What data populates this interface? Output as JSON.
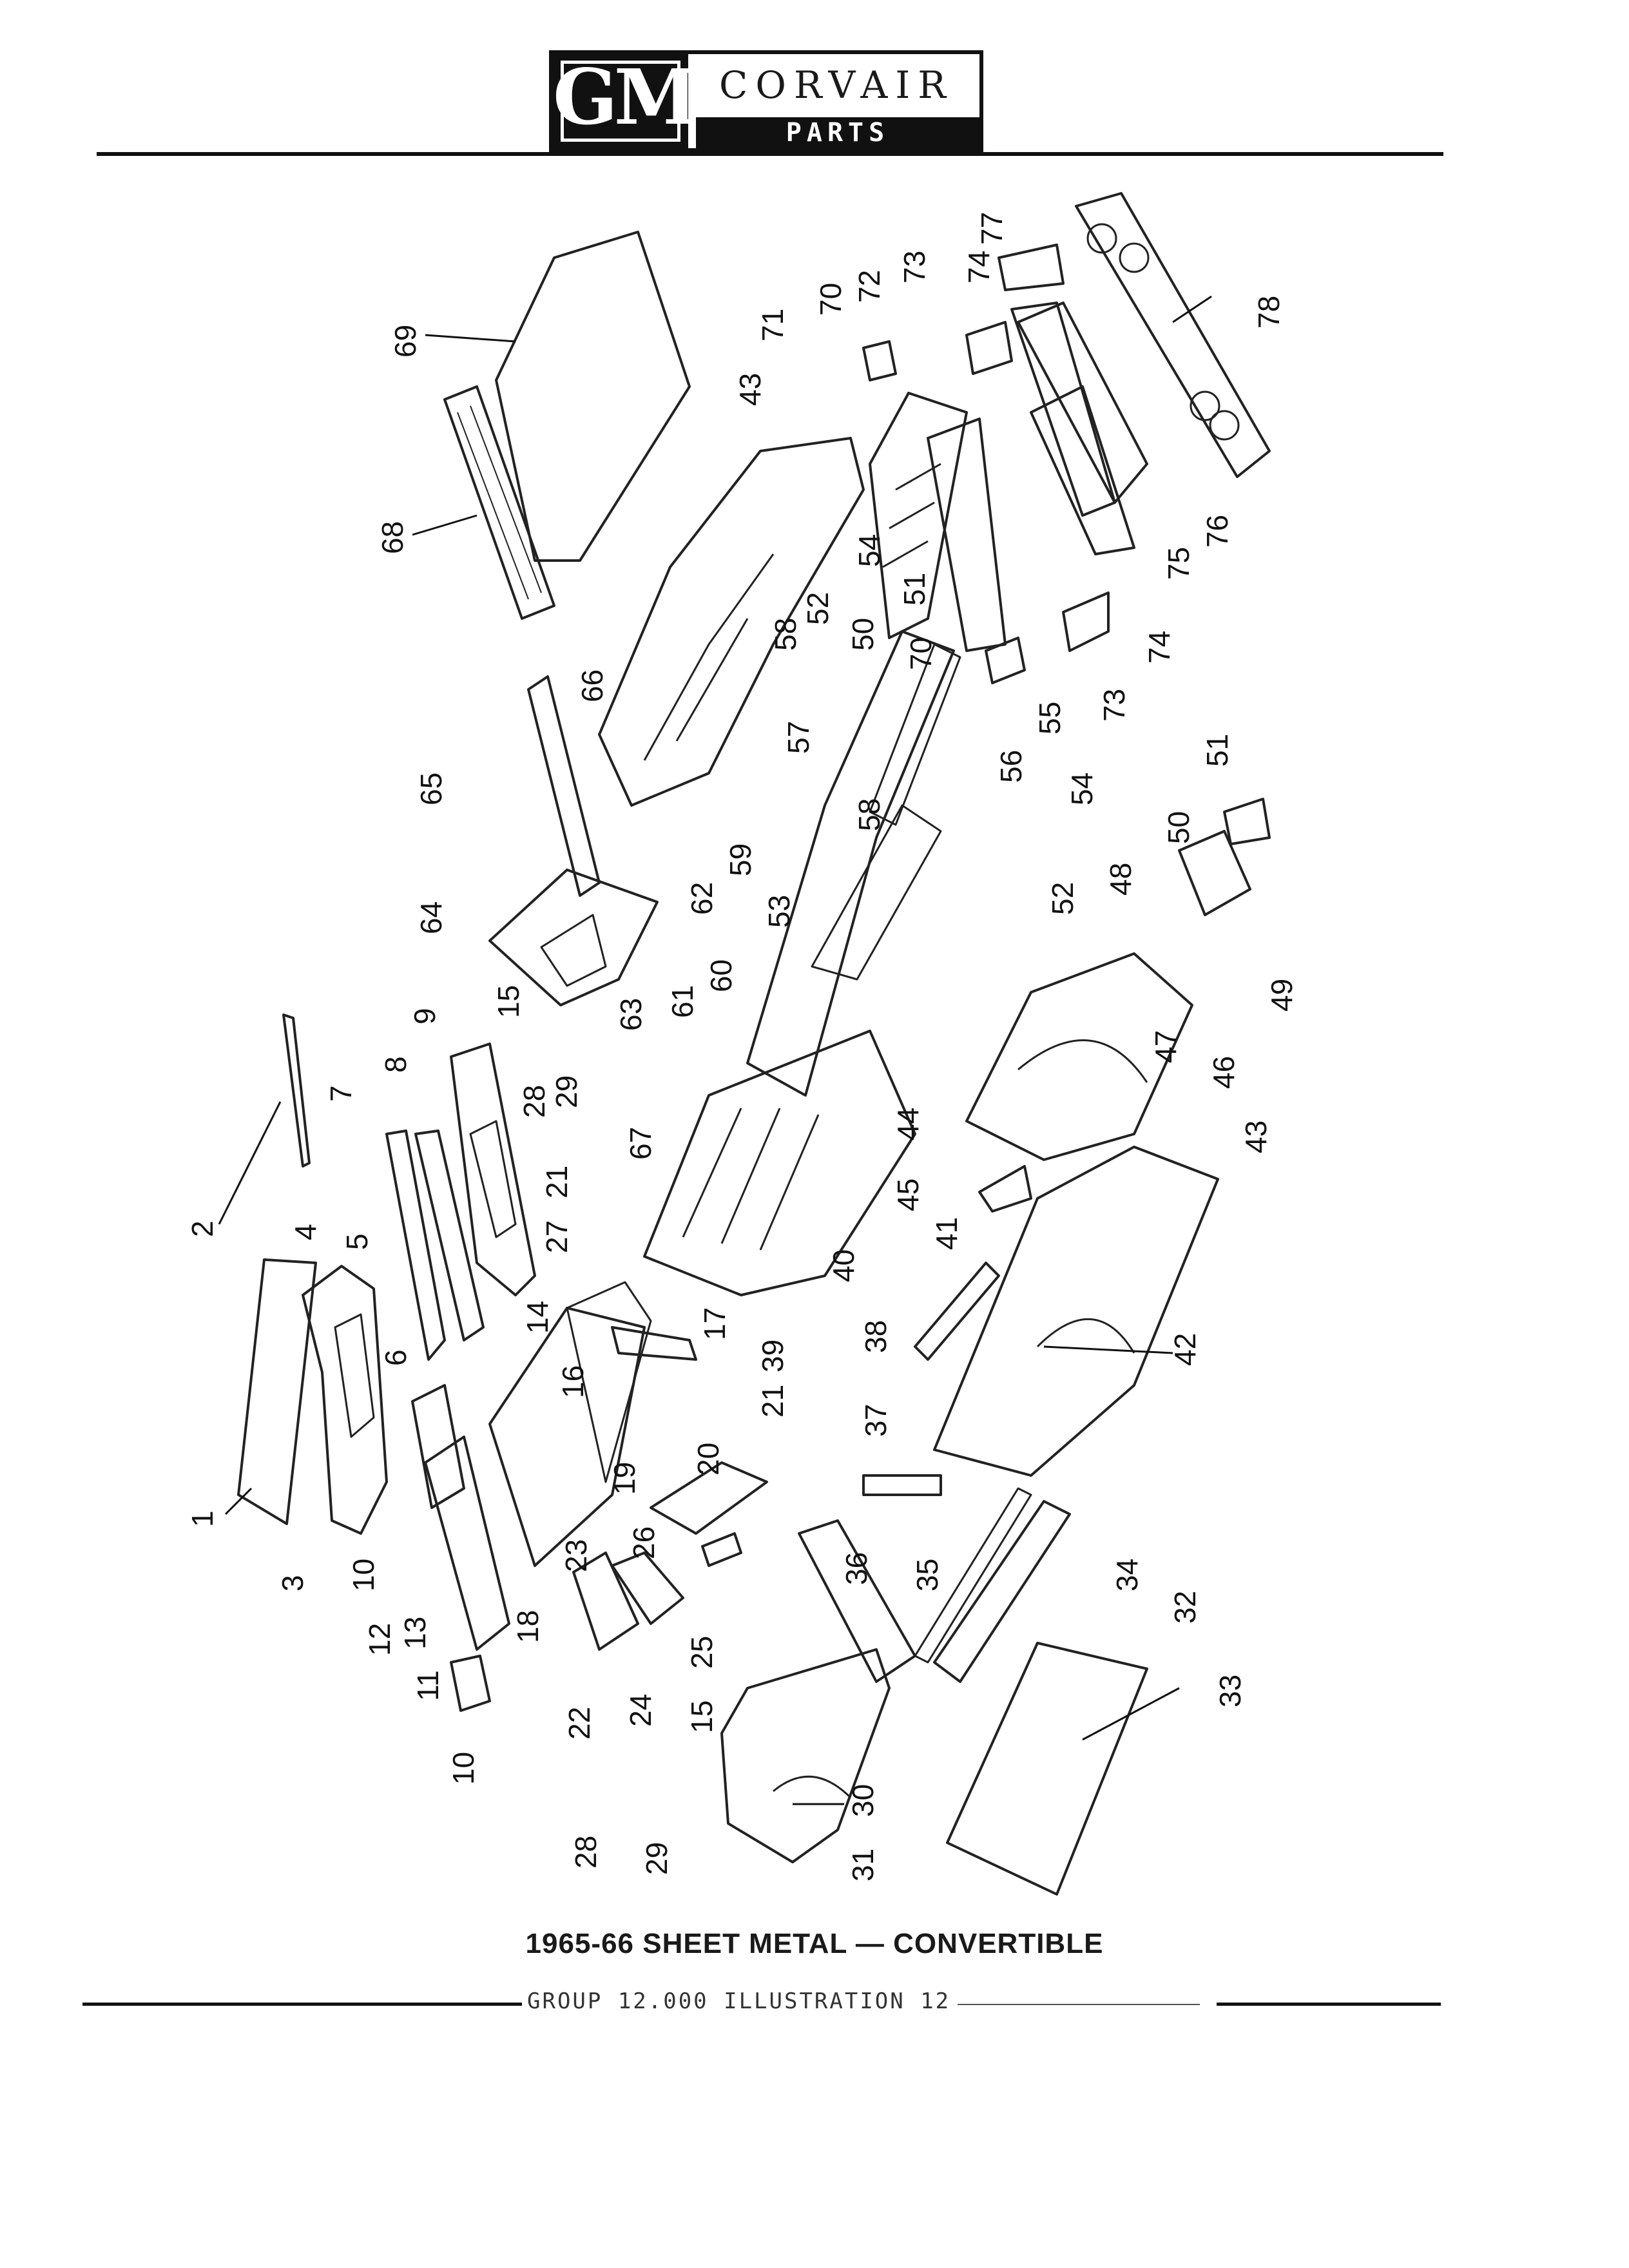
{
  "header": {
    "brand": "GM",
    "title": "CORVAIR",
    "subtitle": "PARTS CATALOGUE"
  },
  "diagram": {
    "callouts": [
      "1",
      "2",
      "3",
      "4",
      "5",
      "6",
      "7",
      "8",
      "9",
      "10",
      "11",
      "12",
      "13",
      "14",
      "15",
      "16",
      "17",
      "18",
      "19",
      "20",
      "21",
      "22",
      "23",
      "24",
      "25",
      "26",
      "27",
      "28",
      "29",
      "30",
      "31",
      "32",
      "33",
      "34",
      "35",
      "36",
      "37",
      "38",
      "39",
      "40",
      "41",
      "42",
      "43",
      "44",
      "45",
      "46",
      "47",
      "48",
      "49",
      "50",
      "51",
      "52",
      "53",
      "54",
      "55",
      "56",
      "57",
      "58",
      "59",
      "60",
      "61",
      "62",
      "63",
      "64",
      "65",
      "66",
      "67",
      "68",
      "69",
      "70",
      "71",
      "72",
      "73",
      "74",
      "75",
      "76",
      "77",
      "78"
    ]
  },
  "caption": "1965-66 SHEET METAL — CONVERTIBLE",
  "footer": "GROUP 12.000 ILLUSTRATION 12"
}
